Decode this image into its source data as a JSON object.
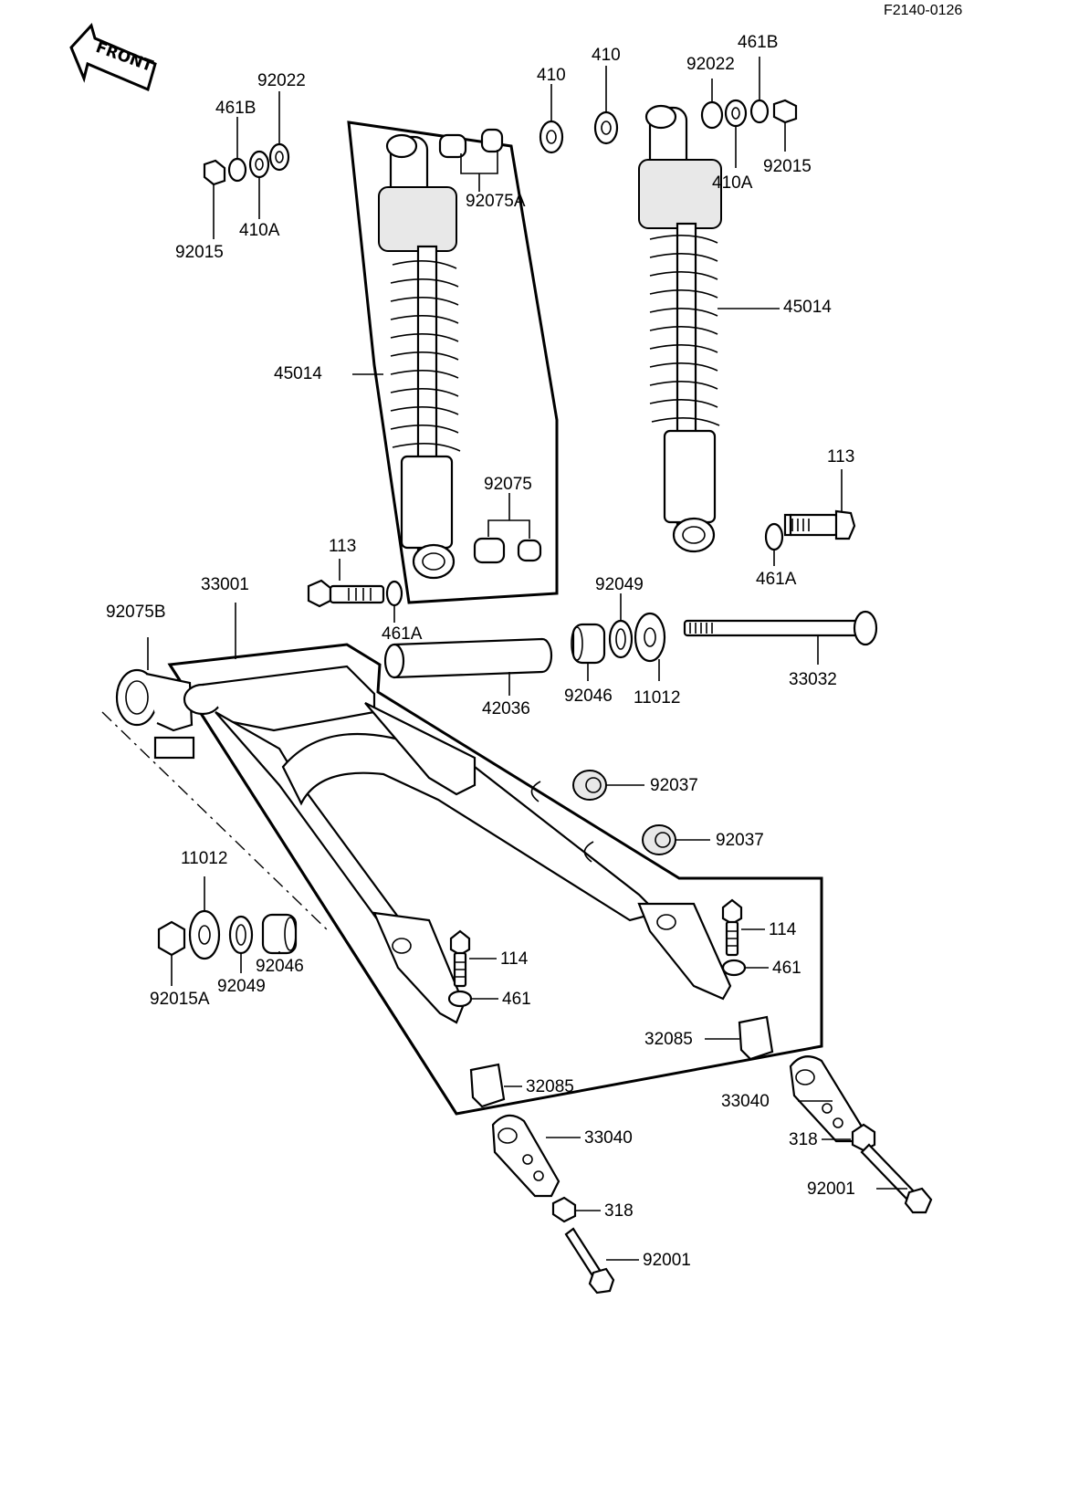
{
  "figure_code": "F2140-0126",
  "front_arrow": {
    "label": "FRONT",
    "icon": "front-arrow-icon"
  },
  "callouts": {
    "c92022_left": "92022",
    "c461b_left": "461B",
    "c410a_left": "410A",
    "c92015_left": "92015",
    "c410_a": "410",
    "c410_b": "410",
    "c92022_right": "92022",
    "c461b_right": "461B",
    "c92015_right": "92015",
    "c410a_right": "410A",
    "c92075a": "92075A",
    "c45014_left": "45014",
    "c45014_right": "45014",
    "c92075": "92075",
    "c113_left": "113",
    "c113_right": "113",
    "c461a_left": "461A",
    "c461a_right": "461A",
    "c33001": "33001",
    "c92075b": "92075B",
    "c92049_top": "92049",
    "c92046_top": "92046",
    "c11012_top": "11012",
    "c42036": "42036",
    "c33032": "33032",
    "c92037_a": "92037",
    "c92037_b": "92037",
    "c11012_left": "11012",
    "c92015a": "92015A",
    "c92049_left": "92049",
    "c92046_left": "92046",
    "c114_left": "114",
    "c461_left": "461",
    "c114_right": "114",
    "c461_right": "461",
    "c32085_right": "32085",
    "c32085_left": "32085",
    "c33040_right": "33040",
    "c33040_left": "33040",
    "c318_right": "318",
    "c318_left": "318",
    "c92001_right": "92001",
    "c92001_left": "92001"
  }
}
